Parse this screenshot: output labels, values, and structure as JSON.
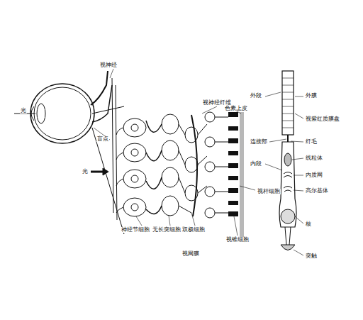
{
  "diagram": {
    "labels": [
      "视神经",
      "光",
      "盲点",
      "光",
      "视神经纤维",
      "色素上皮",
      "外段",
      "外膜",
      "视紫红质膜盘",
      "连接部",
      "纤毛",
      "内段",
      "线粒体",
      "内质网",
      "高尔基体",
      "视杆细胞",
      "核",
      "突触",
      "神经节细胞",
      "无长突细胞",
      "双极细胞",
      "视锥细胞",
      "视网膜"
    ]
  }
}
